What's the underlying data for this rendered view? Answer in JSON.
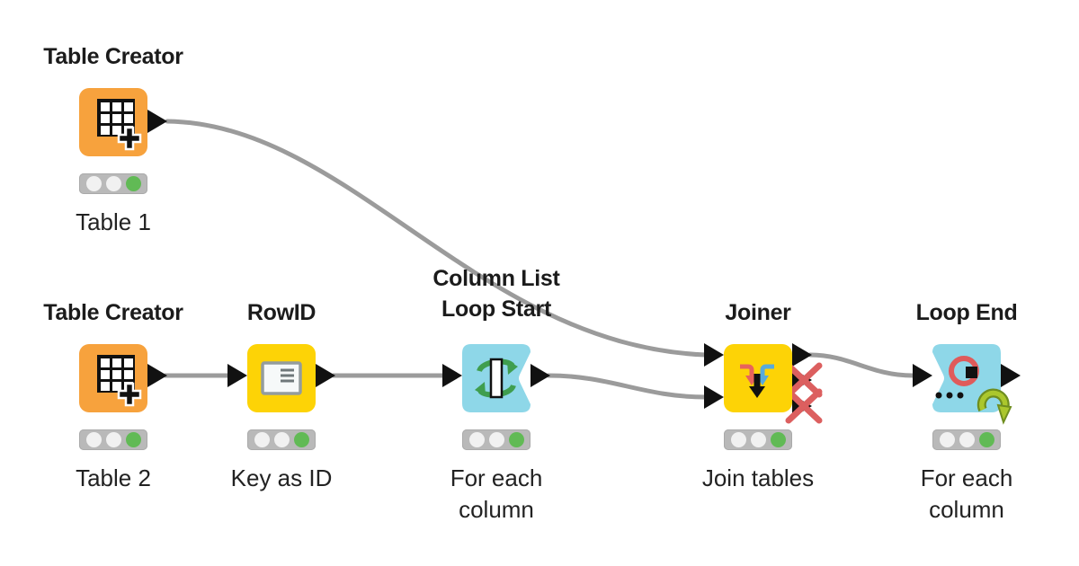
{
  "workflow": {
    "nodes": [
      {
        "title": "Table Creator",
        "label": "Table 1",
        "type": "source",
        "status_light": "green"
      },
      {
        "title": "Table Creator",
        "label": "Table 2",
        "type": "source",
        "status_light": "green"
      },
      {
        "title": "RowID",
        "label": "Key as ID",
        "type": "manipulator",
        "status_light": "green"
      },
      {
        "title": "Column List Loop Start",
        "label": "For each column",
        "type": "loop-start",
        "status_light": "green"
      },
      {
        "title": "Joiner",
        "label": "Join tables",
        "type": "manipulator",
        "status_light": "green",
        "inactive_output_ports": [
          2,
          3
        ]
      },
      {
        "title": "Loop End",
        "label": "For each column",
        "type": "loop-end",
        "status_light": "green"
      }
    ],
    "connections": [
      {
        "from": "Table Creator (Table 1)",
        "to": "Joiner input 1"
      },
      {
        "from": "Table Creator (Table 2)",
        "to": "RowID"
      },
      {
        "from": "RowID",
        "to": "Column List Loop Start"
      },
      {
        "from": "Column List Loop Start",
        "to": "Joiner input 2"
      },
      {
        "from": "Joiner output 1",
        "to": "Loop End"
      }
    ],
    "colors": {
      "node_orange": "#f7a23d",
      "node_yellow": "#fdd306",
      "node_cyan": "#8ed7e8",
      "wire": "#9b9b9b",
      "port": "#111111",
      "status_bar": "#b9b9b9",
      "status_off": "#f1f1f1",
      "status_green": "#61ba55",
      "inactive_x": "#dc5f5f",
      "loop_arrow_green": "#abc72d"
    }
  }
}
